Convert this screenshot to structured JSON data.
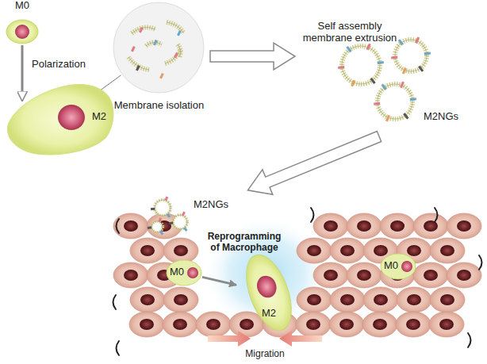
{
  "diagram": {
    "nodes": [
      {
        "text": [
          "M0"
        ]
      },
      {
        "text": [
          "M2"
        ]
      },
      {
        "text": [
          "Membrane isolation"
        ]
      },
      {
        "text": [
          "M0"
        ]
      },
      {
        "text": [
          "M2"
        ]
      },
      {
        "text": [
          "M0"
        ]
      }
    ],
    "edges": [
      {
        "from": 0,
        "to": 1,
        "arrow": "to",
        "label": "Polarization"
      },
      {
        "from": 1,
        "to": 2,
        "arrow": "none"
      },
      {
        "from": 3,
        "to": 4,
        "arrow": "to"
      }
    ],
    "labels": [
      "Self assembly membrane extrusion",
      "M2NGs",
      "M2NGs",
      "Reprogramming of Macrophage",
      "Migration"
    ]
  }
}
